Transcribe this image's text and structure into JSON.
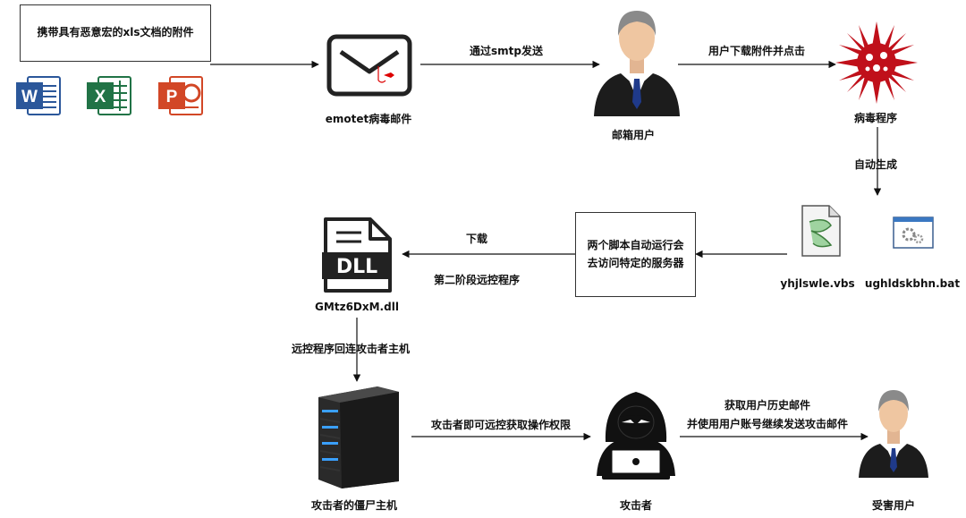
{
  "nodes": {
    "attachment_box": "携带具有恶意宏的xls文档的附件",
    "email": "emotet病毒邮件",
    "mailbox_user": "邮箱用户",
    "virus": "病毒程序",
    "scripts_box_line1": "两个脚本自动运行会",
    "scripts_box_line2": "去访问特定的服务器",
    "vbs_file": "yhjlswle.vbs",
    "bat_file": "ughldskbhn.bat",
    "dll_file": "GMtz6DxM.dll",
    "dll_icon_text": "DLL",
    "zombie_host": "攻击者的僵尸主机",
    "attacker": "攻击者",
    "victim": "受害用户"
  },
  "edges": {
    "send_smtp": "通过smtp发送",
    "download_click": "用户下载附件并点击",
    "auto_generate": "自动生成",
    "download": "下载",
    "second_stage": "第二阶段远控程序",
    "callback": "远控程序回连攻击者主机",
    "remote_control": "攻击者即可远控获取操作权限",
    "steal_line1": "获取用户历史邮件",
    "steal_line2": "并使用用户账号继续发送攻击邮件"
  },
  "icons": [
    "word-icon",
    "excel-icon",
    "powerpoint-icon",
    "envelope-icon",
    "businessman-icon",
    "virus-icon",
    "vbs-script-icon",
    "bat-settings-icon",
    "dll-file-icon",
    "server-tower-icon",
    "hacker-laptop-icon",
    "victim-businessman-icon"
  ],
  "colors": {
    "word": "#2b579a",
    "excel": "#217346",
    "powerpoint": "#d24726",
    "virus": "#c0101a",
    "server_led": "#3aa0ff"
  }
}
